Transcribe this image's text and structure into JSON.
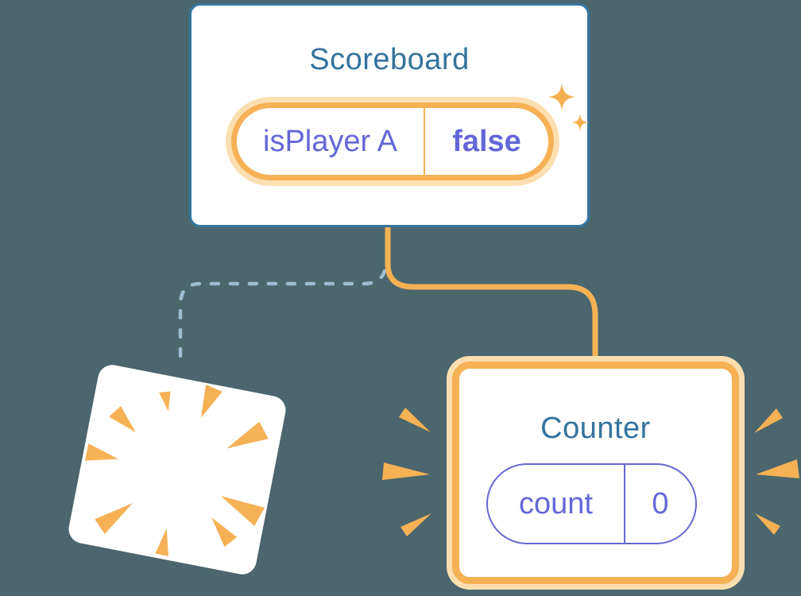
{
  "diagram": {
    "kind": "react-component-state-tree",
    "background_color": "#4b666d",
    "accent_orange": "#f6b155",
    "accent_orange_light": "#fcdfb1",
    "accent_purple": "#6467d8",
    "title_blue": "#33739e",
    "card_border_blue": "#3477a4",
    "dashed_line_color": "#9cbcd3"
  },
  "scoreboard": {
    "title": "Scoreboard",
    "state_name": "isPlayer A",
    "state_value": "false"
  },
  "counter": {
    "title": "Counter",
    "state_name": "count",
    "state_value": "0"
  },
  "icons": {
    "sparkles": "sparkles-icon",
    "poof": "poof-explosion-icon",
    "emphasis_left": "emphasis-rays-left-icon",
    "emphasis_right": "emphasis-rays-right-icon"
  },
  "connectors": {
    "kept_branch_style": "solid-orange",
    "removed_branch_style": "dashed-blue"
  }
}
